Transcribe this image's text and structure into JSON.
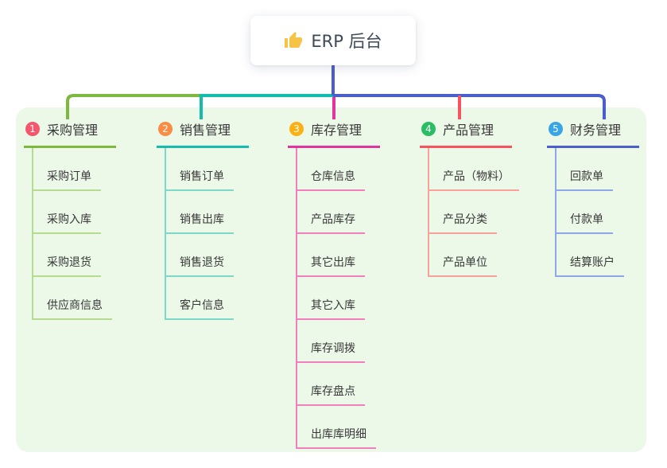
{
  "root": {
    "label": "ERP 后台",
    "icon": "thumbs-up-icon",
    "icon_color": "#f6c344",
    "text_color": "#3e4a5a"
  },
  "panel": {
    "background": "#ecf8e8"
  },
  "connector": {
    "trunk_color": "#4a5ecd"
  },
  "branches": [
    {
      "num": "1",
      "label": "采购管理",
      "circle_color": "#f4566b",
      "line_color": "#7cb93e",
      "child_line_color": "#b6db90",
      "children": [
        "采购订单",
        "采购入库",
        "采购退货",
        "供应商信息"
      ]
    },
    {
      "num": "2",
      "label": "销售管理",
      "circle_color": "#fa8c43",
      "line_color": "#13bcab",
      "child_line_color": "#7ed8c8",
      "children": [
        "销售订单",
        "销售出库",
        "销售退货",
        "客户信息"
      ]
    },
    {
      "num": "3",
      "label": "库存管理",
      "circle_color": "#fbb116",
      "line_color": "#e2349a",
      "child_line_color": "#f07fbc",
      "children": [
        "仓库信息",
        "产品库存",
        "其它出库",
        "其它入库",
        "库存调拨",
        "库存盘点",
        "出库库明细"
      ]
    },
    {
      "num": "4",
      "label": "产品管理",
      "circle_color": "#2abd63",
      "line_color": "#f85460",
      "child_line_color": "#faa09a",
      "children": [
        "产品（物料）",
        "产品分类",
        "产品单位"
      ]
    },
    {
      "num": "5",
      "label": "财务管理",
      "circle_color": "#39a5e5",
      "line_color": "#4a5ecd",
      "child_line_color": "#8fa7e6",
      "children": [
        "回款单",
        "付款单",
        "结算账户"
      ]
    }
  ]
}
